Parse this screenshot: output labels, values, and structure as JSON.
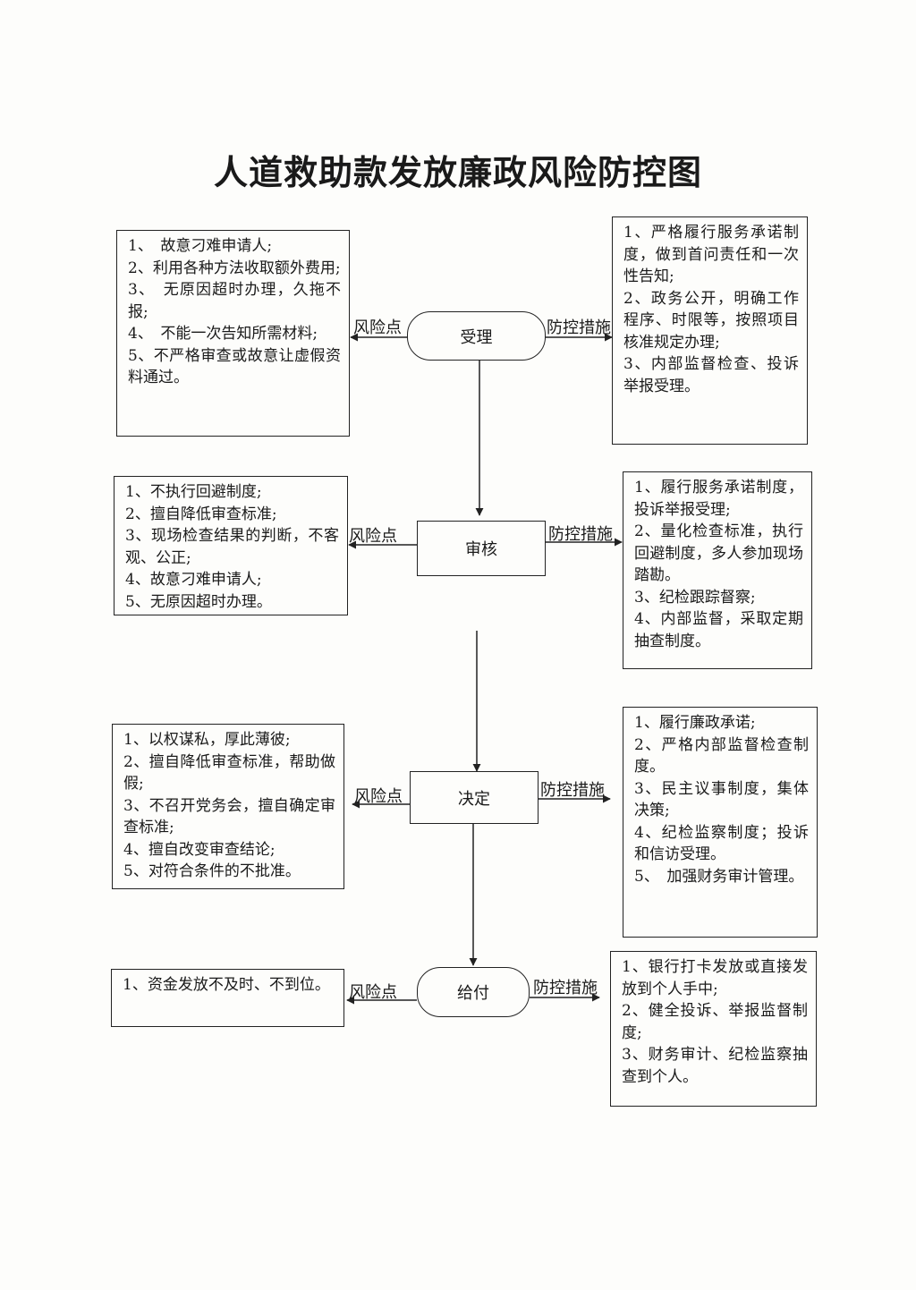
{
  "title": "人道救助款发放廉政风险防控图",
  "labels": {
    "risk": "风险点",
    "control": "防控措施"
  },
  "steps": [
    {
      "name": "受理",
      "risks": [
        "1、　故意刁难申请人;",
        "2、利用各种方法收取额外费用;",
        "3、　无原因超时办理，久拖不报;",
        "4、　不能一次告知所需材料;",
        "5、不严格审查或故意让虚假资料通过。"
      ],
      "controls": [
        "1、严格履行服务承诺制度，做到首问责任和一次性告知;",
        "2、政务公开，明确工作程序、时限等，按照项目核准规定办理;",
        "3、内部监督检查、投诉举报受理。"
      ]
    },
    {
      "name": "审核",
      "risks": [
        "1、不执行回避制度;",
        "2、擅自降低审查标准;",
        "3、现场检查结果的判断，不客观、公正;",
        "4、故意刁难申请人;",
        "5、无原因超时办理。"
      ],
      "controls": [
        "1、履行服务承诺制度，投诉举报受理;",
        "2、量化检查标准，执行回避制度，多人参加现场踏勘。",
        "3、纪检跟踪督察;",
        "4、内部监督，采取定期抽查制度。"
      ]
    },
    {
      "name": "决定",
      "risks": [
        "1、以权谋私，厚此薄彼;",
        "2、擅自降低审查标准，帮助做假;",
        "3、不召开党务会，擅自确定审查标准;",
        "4、擅自改变审查结论;",
        "5、对符合条件的不批准。"
      ],
      "controls": [
        "1、履行廉政承诺;",
        "2、严格内部监督检查制度。",
        "3、民主议事制度，集体决策;",
        "4、纪检监察制度；投诉和信访受理。",
        "5、　加强财务审计管理。"
      ]
    },
    {
      "name": "给付",
      "risks": [
        "1、资金发放不及时、不到位。"
      ],
      "controls": [
        "1、银行打卡发放或直接发放到个人手中;",
        "2、健全投诉、举报监督制度;",
        "3、财务审计、纪检监察抽查到个人。"
      ]
    }
  ]
}
